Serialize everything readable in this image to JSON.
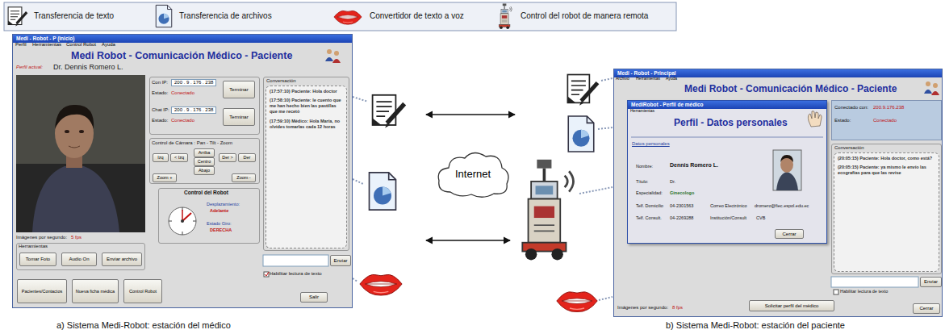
{
  "diagram": {
    "nodes": [
      {
        "text": [
          "Medi - Robot - P (inicio)",
          "Perfil",
          "Herramientas",
          "Control Robot",
          "Ayuda",
          "Medi Robot - Comunicación Médico - Paciente",
          "Perfil actual:",
          "Dr. Dennis Romero L.",
          "Imágenes por segundo:",
          "5 fps",
          "Habilitar lectura de texto"
        ]
      },
      {
        "text": [
          "Con IP:",
          "200 . 9 . 176 . 238",
          "Estado:",
          "Conectado",
          "Chat IP:",
          "200 . 9 . 176 . 238",
          "Estado:",
          "Conectado"
        ],
        "in": 0
      },
      {
        "text": [
          "Terminar"
        ],
        "in": 1
      },
      {
        "text": [
          "Terminar"
        ],
        "in": 1
      },
      {
        "text": [
          "Control de Cámara : Pan - Tilt - Zoom"
        ],
        "in": 0
      },
      {
        "text": [
          "Izq"
        ],
        "in": 4
      },
      {
        "text": [
          "< Izq"
        ],
        "in": 4
      },
      {
        "text": [
          "Arriba"
        ],
        "in": 4
      },
      {
        "text": [
          "Centro"
        ],
        "in": 4
      },
      {
        "text": [
          "Abajo"
        ],
        "in": 4
      },
      {
        "text": [
          "Der >"
        ],
        "in": 4
      },
      {
        "text": [
          "Der"
        ],
        "in": 4
      },
      {
        "text": [
          "Zoom +"
        ],
        "in": 4
      },
      {
        "text": [
          "Zoom -"
        ],
        "in": 4
      },
      {
        "text": [
          "Conversación"
        ],
        "in": 0
      },
      {
        "text": [
          "(17:57:10) Paciente: Hola doctor",
          "(17:58:10) Paciente: le cuento que me han hecho bien las pastillas que me recetó",
          "(17:59:10) Médico: Hola María, no olvides tomarlas cada 12 horas"
        ],
        "in": 14
      },
      {
        "text": [
          "Control del Robot",
          "Desplazamiento:",
          "Adelante",
          "Estado Giro:",
          "DERECHA"
        ],
        "in": 0
      },
      {
        "text": [
          "Herramientas"
        ],
        "in": 0
      },
      {
        "text": [
          "Tomar Foto"
        ],
        "in": 17
      },
      {
        "text": [
          "Audio On"
        ],
        "in": 17
      },
      {
        "text": [
          "Enviar archivo"
        ],
        "in": 17
      },
      {
        "text": [
          "Enviar"
        ],
        "in": 0
      },
      {
        "text": [
          "Pacientes/Contactos"
        ],
        "in": 0
      },
      {
        "text": [
          "Nueva ficha médica"
        ],
        "in": 0
      },
      {
        "text": [
          "Control Robot"
        ],
        "in": 0
      },
      {
        "text": [
          "Salir"
        ],
        "in": 0
      },
      {
        "text": [
          "Internet"
        ]
      },
      {
        "text": [
          "Medi - Robot - Principal",
          "Archivo",
          "Herramientas",
          "Ayuda",
          "Medi Robot - Comunicación Médico - Paciente",
          "Imágenes por segundo:",
          "8 fps",
          "Habilitar lectura de texto"
        ]
      },
      {
        "text": [
          "MediRobot - Perfil de médico",
          "Herramientas",
          "Perfil - Datos personales",
          "Datos personales",
          "Nombre:",
          "Dennis Romero L.",
          "Título:",
          "Dr.",
          "Especialidad:",
          "Ginecologo",
          "Telf. Domicilio",
          "04-2301563",
          "Telf. Consult.",
          "04-2269288",
          "Correo Electrónico",
          "dromero@fiec.espol.edu.ec",
          "Institución/Consult",
          "CVB"
        ],
        "in": 27
      },
      {
        "text": [
          "Cerrar"
        ],
        "in": 28
      },
      {
        "text": [
          "Conectado con:",
          "200.9.176.238",
          "Estado:",
          "Conectado"
        ],
        "in": 27
      },
      {
        "text": [
          "Conversación"
        ],
        "in": 27
      },
      {
        "text": [
          "(20:05:15) Paciente: Hola doctor, como está?",
          "(20:05:15) Paciente: ya mismo le envío las ecografías para que las revise"
        ],
        "in": 31
      },
      {
        "text": [
          "Enviar"
        ],
        "in": 27
      },
      {
        "text": [
          "Solicitar perfil del médico"
        ],
        "in": 27
      },
      {
        "text": [
          "Cerrar"
        ],
        "in": 27
      }
    ],
    "labels": [
      "a) Sistema Medi-Robot: estación del médico",
      "b) Sistema Medi-Robot: estación del paciente"
    ],
    "legend": [
      {
        "text": "Transferencia de texto"
      },
      {
        "text": "Transferencia de archivos"
      },
      {
        "text": "Convertidor de texto a voz"
      },
      {
        "text": "Control del robot de manera remota"
      }
    ]
  }
}
